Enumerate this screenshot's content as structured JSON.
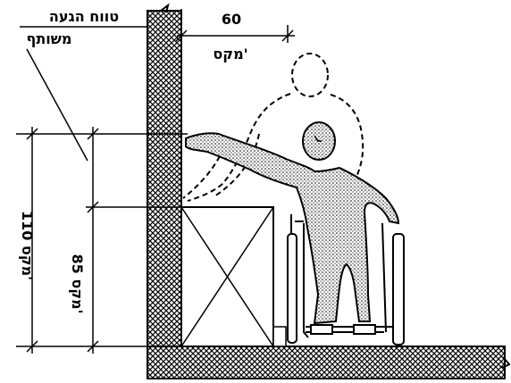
{
  "labels": {
    "reach_range_line1": "טווח הגעה",
    "reach_range_line2": "משותף",
    "top_width_value": "60",
    "top_width_unit": "מקס'",
    "height_total": "110 מקס'",
    "height_counter": "85 מקס'"
  }
}
